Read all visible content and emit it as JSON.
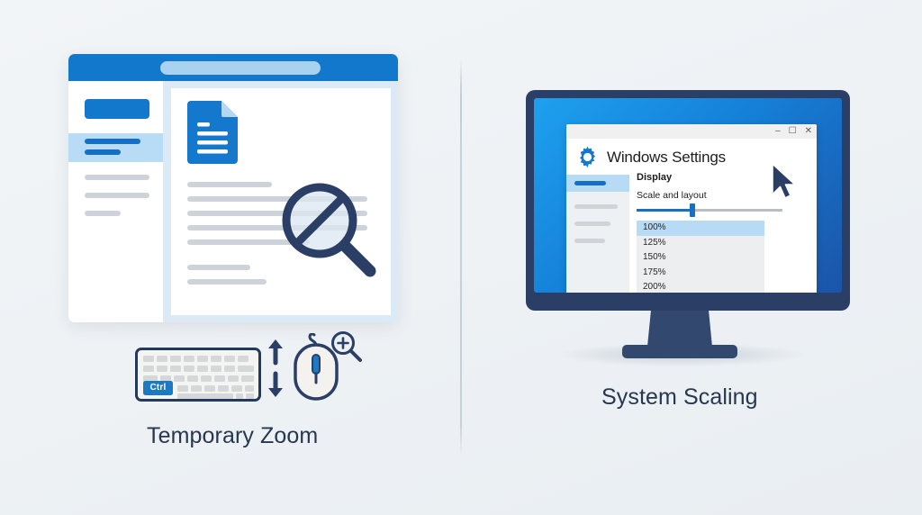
{
  "scene": {
    "background_color": "#eef2f5",
    "divider": "vertical-divider"
  },
  "left_panel": {
    "caption": "Temporary Zoom",
    "browser": {
      "title_bar_color": "#1278cc",
      "url_bar": "",
      "sidebar": {
        "button_label": "",
        "active_item_label": "",
        "items": [
          "",
          "",
          ""
        ]
      },
      "content": {
        "doc_icon": "document-icon",
        "text_lines": [
          "",
          "",
          "",
          "",
          "",
          "",
          ""
        ],
        "overlay_icon": "magnifier-disabled-icon"
      }
    },
    "input_hint": {
      "keyboard_key": "Ctrl",
      "scroll_icon": "scroll-up-down-arrows",
      "mouse_icon": "mouse-icon",
      "zoom_icon": "magnifier-plus-icon"
    }
  },
  "right_panel": {
    "caption": "System Scaling",
    "monitor": {
      "bezel_color": "#2b3f66",
      "screen_gradient_from": "#1ea0ef",
      "screen_gradient_to": "#1b54a8"
    },
    "settings_window": {
      "title": "Windows Settings",
      "gear_icon": "gear-icon",
      "window_controls": {
        "minimize": "–",
        "maximize": "☐",
        "close": "✕"
      },
      "sidebar": {
        "active_item_label": "",
        "items": [
          "",
          "",
          ""
        ]
      },
      "section_heading": "Display",
      "subsection_heading": "Scale and layout",
      "slider": {
        "accent_color": "#1570c4",
        "value_percent": 38
      },
      "scale_options": [
        {
          "label": "100%",
          "selected": true
        },
        {
          "label": "125%",
          "selected": false
        },
        {
          "label": "150%",
          "selected": false
        },
        {
          "label": "175%",
          "selected": false
        },
        {
          "label": "200%",
          "selected": false
        }
      ],
      "cursor_icon": "mouse-pointer-icon"
    }
  }
}
